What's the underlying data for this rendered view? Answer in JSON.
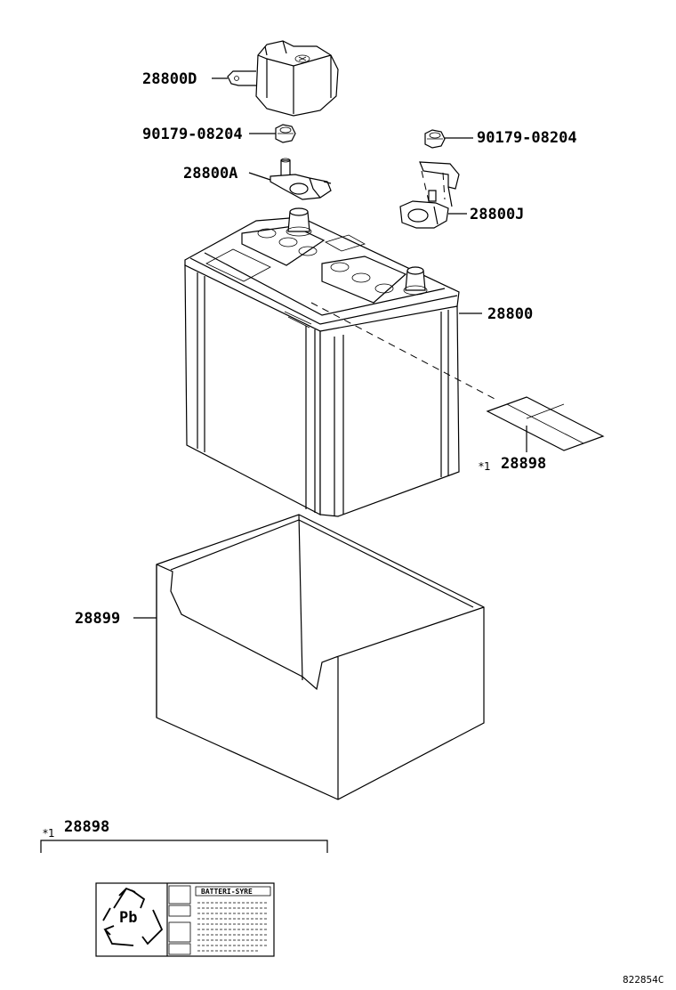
{
  "parts": {
    "cover": "28800D",
    "nut_left": "90179-08204",
    "nut_right": "90179-08204",
    "terminal_pos": "28800A",
    "terminal_neg": "28800J",
    "battery": "28800",
    "label_sticker": "28898",
    "tray": "28899"
  },
  "notes": {
    "note_mark": "*1",
    "detail_mark": "*1",
    "detail_number": "28898"
  },
  "detail_label": {
    "title": "BATTERI-SYRE",
    "symbol_text": "Pb"
  },
  "diagram_id": "822854C",
  "icons": [
    "recycle-icon"
  ]
}
